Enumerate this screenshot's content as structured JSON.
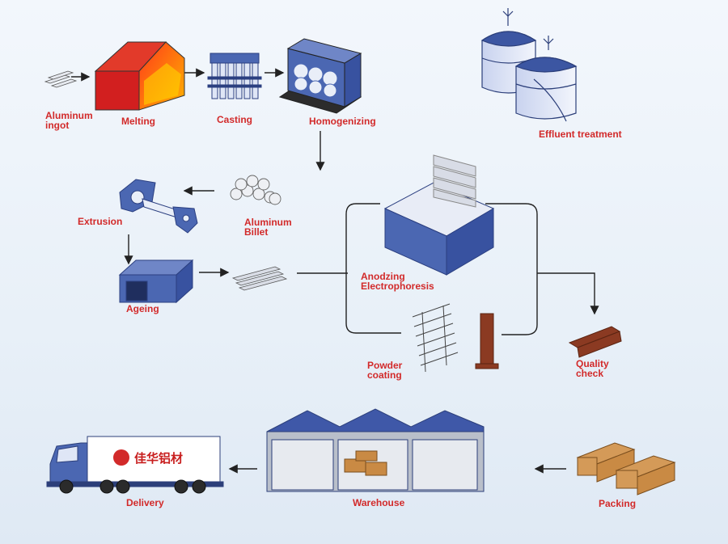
{
  "labels": {
    "aluminum_ingot": "Aluminum\ningot",
    "melting": "Melting",
    "casting": "Casting",
    "homogenizing": "Homogenizing",
    "effluent": "Effluent treatment",
    "extrusion": "Extrusion",
    "aluminum_billet": "Aluminum\nBillet",
    "ageing": "Ageing",
    "anodizing": "Anodzing\nElectrophoresis",
    "powder_coating": "Powder\ncoating",
    "quality_check": "Quality\ncheck",
    "delivery": "Delivery",
    "warehouse": "Warehouse",
    "packing": "Packing"
  },
  "truck_logo": {
    "text": "佳华铝材"
  },
  "colors": {
    "label": "#d22a2a",
    "blue": "#4b67b2",
    "dark_blue": "#2e4a8e",
    "roof": "#3f58a8",
    "wood": "#c98a44",
    "rust": "#8b3a22"
  },
  "icons": [
    "ingot-icon",
    "furnace-icon",
    "casting-icon",
    "homogenizer-icon",
    "tanks-icon",
    "extruder-icon",
    "billet-icon",
    "ageing-oven-icon",
    "profile-bars-icon",
    "anodizing-tank-icon",
    "powder-rack-icon",
    "quality-profile-icon",
    "truck-icon",
    "warehouse-icon",
    "crates-icon"
  ]
}
